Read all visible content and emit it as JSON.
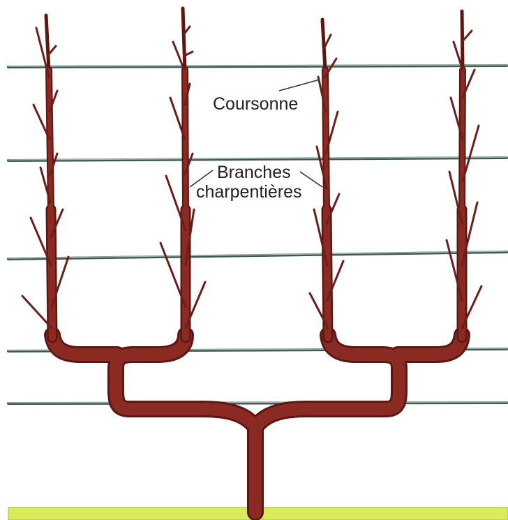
{
  "labels": {
    "coursonne": "Coursonne",
    "branches": "Branches",
    "charpentieres": "charpentières"
  },
  "colors": {
    "wood": "#8b2a23",
    "wood_dark": "#5c1712",
    "wire": "#7f9891",
    "wire_dark": "#3f5751",
    "ground": "#d9ea5a",
    "label_line": "#333333"
  }
}
